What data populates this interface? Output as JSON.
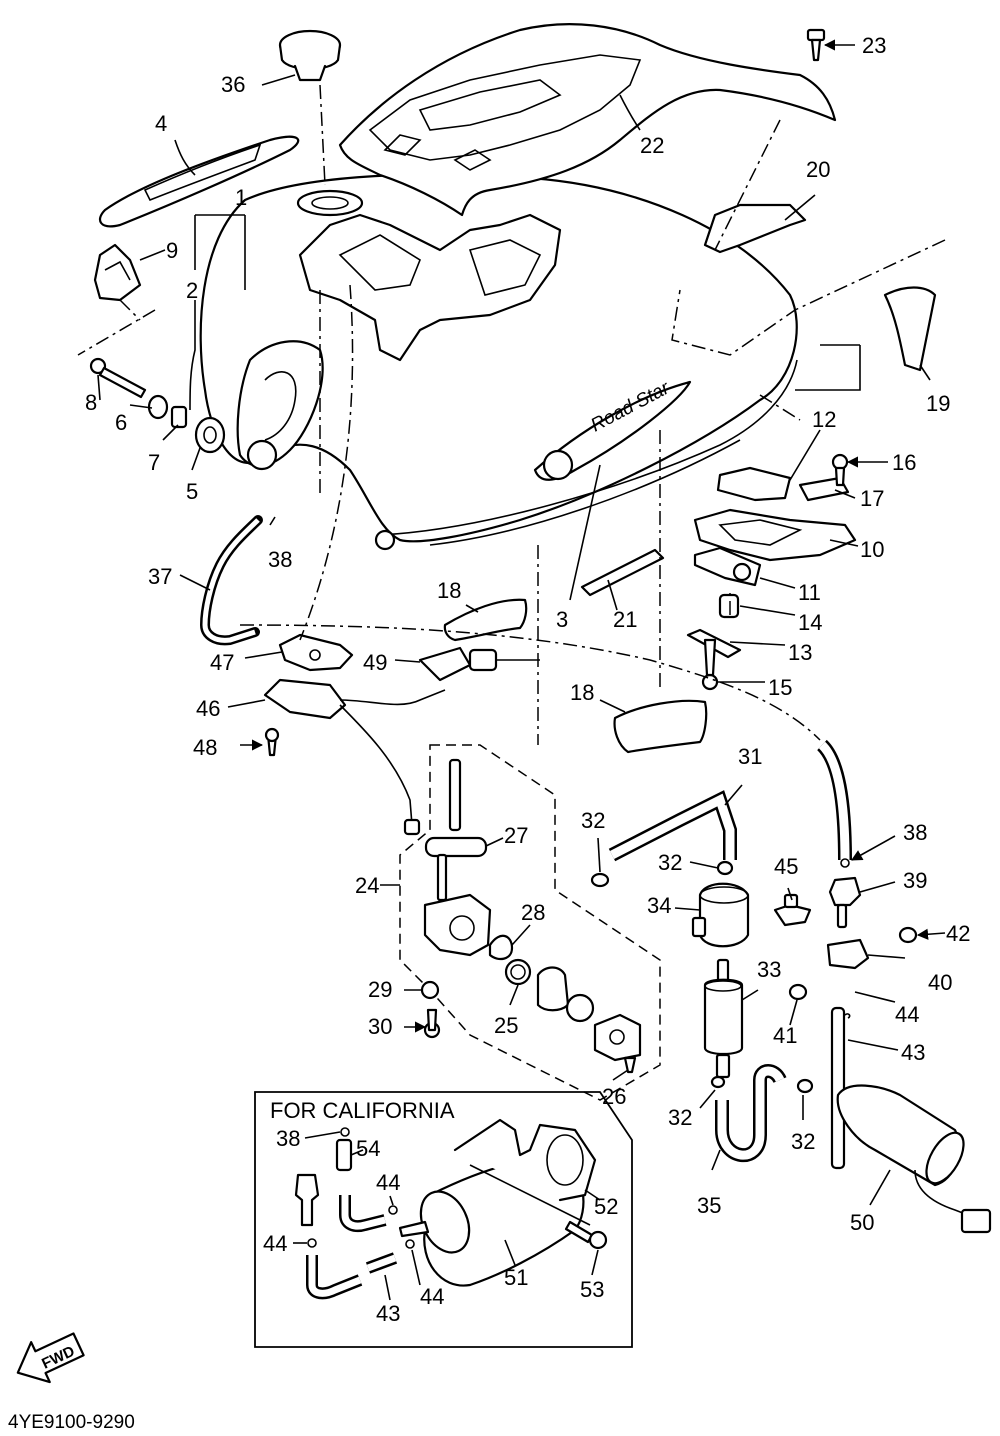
{
  "diagram": {
    "drawing_code": "4YE9100-9290",
    "inset_title": "FOR CALIFORNIA",
    "direction_label": "FWD",
    "callouts": [
      "1",
      "2",
      "3",
      "4",
      "5",
      "6",
      "7",
      "8",
      "9",
      "10",
      "11",
      "12",
      "13",
      "14",
      "15",
      "16",
      "17",
      "18",
      "19",
      "20",
      "21",
      "22",
      "23",
      "24",
      "25",
      "26",
      "27",
      "28",
      "29",
      "30",
      "31",
      "32",
      "33",
      "34",
      "35",
      "36",
      "37",
      "38",
      "39",
      "40",
      "41",
      "42",
      "43",
      "44",
      "45",
      "46",
      "47",
      "48",
      "49",
      "50",
      "51",
      "52",
      "53",
      "54"
    ]
  }
}
